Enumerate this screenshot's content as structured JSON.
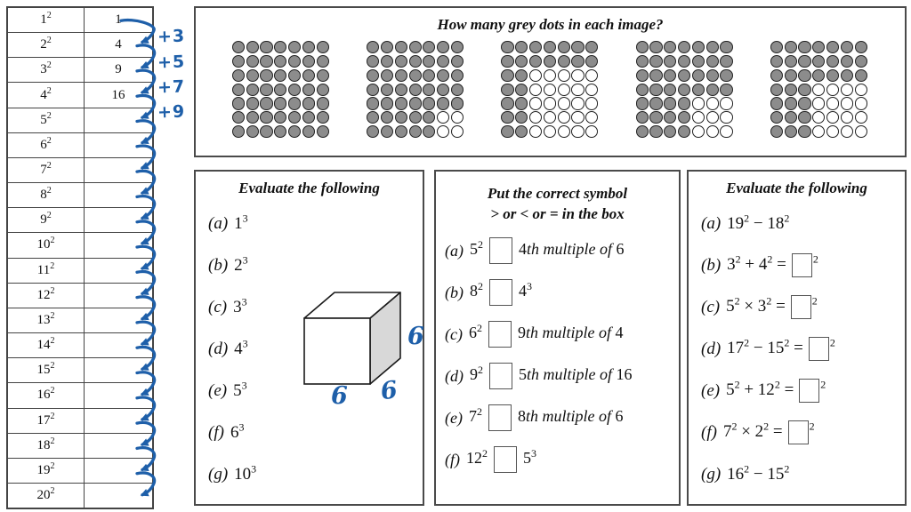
{
  "colors": {
    "blue": "#1e5fa9",
    "ink": "#111111",
    "panel_border": "#4a4a4a",
    "dot_grey": "#8c8c8c",
    "cube_face_grey": "#d8d8d8"
  },
  "squares_table": {
    "rows": [
      {
        "base": "1",
        "exp": "2",
        "value": "1"
      },
      {
        "base": "2",
        "exp": "2",
        "value": "4"
      },
      {
        "base": "3",
        "exp": "2",
        "value": "9"
      },
      {
        "base": "4",
        "exp": "2",
        "value": "16"
      },
      {
        "base": "5",
        "exp": "2",
        "value": ""
      },
      {
        "base": "6",
        "exp": "2",
        "value": ""
      },
      {
        "base": "7",
        "exp": "2",
        "value": ""
      },
      {
        "base": "8",
        "exp": "2",
        "value": ""
      },
      {
        "base": "9",
        "exp": "2",
        "value": ""
      },
      {
        "base": "10",
        "exp": "2",
        "value": ""
      },
      {
        "base": "11",
        "exp": "2",
        "value": ""
      },
      {
        "base": "12",
        "exp": "2",
        "value": ""
      },
      {
        "base": "13",
        "exp": "2",
        "value": ""
      },
      {
        "base": "14",
        "exp": "2",
        "value": ""
      },
      {
        "base": "15",
        "exp": "2",
        "value": ""
      },
      {
        "base": "16",
        "exp": "2",
        "value": ""
      },
      {
        "base": "17",
        "exp": "2",
        "value": ""
      },
      {
        "base": "18",
        "exp": "2",
        "value": ""
      },
      {
        "base": "19",
        "exp": "2",
        "value": ""
      },
      {
        "base": "20",
        "exp": "2",
        "value": ""
      }
    ],
    "differences": [
      "+3",
      "+5",
      "+7",
      "+9"
    ],
    "arrow_count": 19
  },
  "dots_panel": {
    "title": "How many grey dots in each image?",
    "grid_rows": 7,
    "grid_cols": 7,
    "grids": [
      {
        "name": "image-1",
        "white_square": 0
      },
      {
        "name": "image-2",
        "white_square": 2
      },
      {
        "name": "image-3",
        "white_square": 5
      },
      {
        "name": "image-4",
        "white_square": 3
      },
      {
        "name": "image-5",
        "white_square": 4
      }
    ]
  },
  "cubes_panel": {
    "title": "Evaluate the following",
    "problems": [
      {
        "label": "(a)",
        "tokens": [
          {
            "t": "1"
          },
          {
            "sup": "3"
          }
        ]
      },
      {
        "label": "(b)",
        "tokens": [
          {
            "t": "2"
          },
          {
            "sup": "3"
          }
        ]
      },
      {
        "label": "(c)",
        "tokens": [
          {
            "t": "3"
          },
          {
            "sup": "3"
          }
        ]
      },
      {
        "label": "(d)",
        "tokens": [
          {
            "t": "4"
          },
          {
            "sup": "3"
          }
        ]
      },
      {
        "label": "(e)",
        "tokens": [
          {
            "t": "5"
          },
          {
            "sup": "3"
          }
        ]
      },
      {
        "label": "(f)",
        "tokens": [
          {
            "t": "6"
          },
          {
            "sup": "3"
          }
        ]
      },
      {
        "label": "(g)",
        "tokens": [
          {
            "t": "10"
          },
          {
            "sup": "3"
          }
        ]
      }
    ],
    "cube_labels": [
      "6",
      "6",
      "6"
    ]
  },
  "symbols_panel": {
    "title_line1": "Put the correct symbol",
    "title_line2": "> or < or = in the box",
    "problems": [
      {
        "label": "(a)",
        "tokens": [
          {
            "t": "5"
          },
          {
            "sup": "2"
          },
          {
            "box": true
          },
          {
            "t": "4"
          },
          {
            "t": "th multiple of ",
            "i": true
          },
          {
            "t": "6"
          }
        ]
      },
      {
        "label": "(b)",
        "tokens": [
          {
            "t": "8"
          },
          {
            "sup": "2"
          },
          {
            "box": true
          },
          {
            "t": "4"
          },
          {
            "sup": "3"
          }
        ]
      },
      {
        "label": "(c)",
        "tokens": [
          {
            "t": "6"
          },
          {
            "sup": "2"
          },
          {
            "box": true
          },
          {
            "t": "9"
          },
          {
            "t": "th multiple of ",
            "i": true
          },
          {
            "t": "4"
          }
        ]
      },
      {
        "label": "(d)",
        "tokens": [
          {
            "t": "9"
          },
          {
            "sup": "2"
          },
          {
            "box": true
          },
          {
            "t": "5"
          },
          {
            "t": "th multiple of ",
            "i": true
          },
          {
            "t": "16"
          }
        ]
      },
      {
        "label": "(e)",
        "tokens": [
          {
            "t": "7"
          },
          {
            "sup": "2"
          },
          {
            "box": true
          },
          {
            "t": "8"
          },
          {
            "t": "th multiple of ",
            "i": true
          },
          {
            "t": "6"
          }
        ]
      },
      {
        "label": "(f)",
        "tokens": [
          {
            "t": "12"
          },
          {
            "sup": "2"
          },
          {
            "box": true
          },
          {
            "t": "5"
          },
          {
            "sup": "3"
          }
        ]
      }
    ]
  },
  "evaluate_panel": {
    "title": "Evaluate the following",
    "problems": [
      {
        "label": "(a)",
        "tokens": [
          {
            "t": "19"
          },
          {
            "sup": "2"
          },
          {
            "t": " − 18"
          },
          {
            "sup": "2"
          }
        ]
      },
      {
        "label": "(b)",
        "tokens": [
          {
            "t": "3"
          },
          {
            "sup": "2"
          },
          {
            "t": " + 4"
          },
          {
            "sup": "2"
          },
          {
            "t": " ="
          },
          {
            "box": true
          },
          {
            "sup": "2"
          }
        ]
      },
      {
        "label": "(c)",
        "tokens": [
          {
            "t": "5"
          },
          {
            "sup": "2"
          },
          {
            "t": " × 3"
          },
          {
            "sup": "2"
          },
          {
            "t": " ="
          },
          {
            "box": true
          },
          {
            "sup": "2"
          }
        ]
      },
      {
        "label": "(d)",
        "tokens": [
          {
            "t": "17"
          },
          {
            "sup": "2"
          },
          {
            "t": " − 15"
          },
          {
            "sup": "2"
          },
          {
            "t": " ="
          },
          {
            "box": true
          },
          {
            "sup": "2"
          }
        ]
      },
      {
        "label": "(e)",
        "tokens": [
          {
            "t": "5"
          },
          {
            "sup": "2"
          },
          {
            "t": " + 12"
          },
          {
            "sup": "2"
          },
          {
            "t": " ="
          },
          {
            "box": true
          },
          {
            "sup": "2"
          }
        ]
      },
      {
        "label": "(f)",
        "tokens": [
          {
            "t": "7"
          },
          {
            "sup": "2"
          },
          {
            "t": " × 2"
          },
          {
            "sup": "2"
          },
          {
            "t": " ="
          },
          {
            "box": true
          },
          {
            "sup": "2"
          }
        ]
      },
      {
        "label": "(g)",
        "tokens": [
          {
            "t": "16"
          },
          {
            "sup": "2"
          },
          {
            "t": " − 15"
          },
          {
            "sup": "2"
          }
        ]
      }
    ]
  }
}
